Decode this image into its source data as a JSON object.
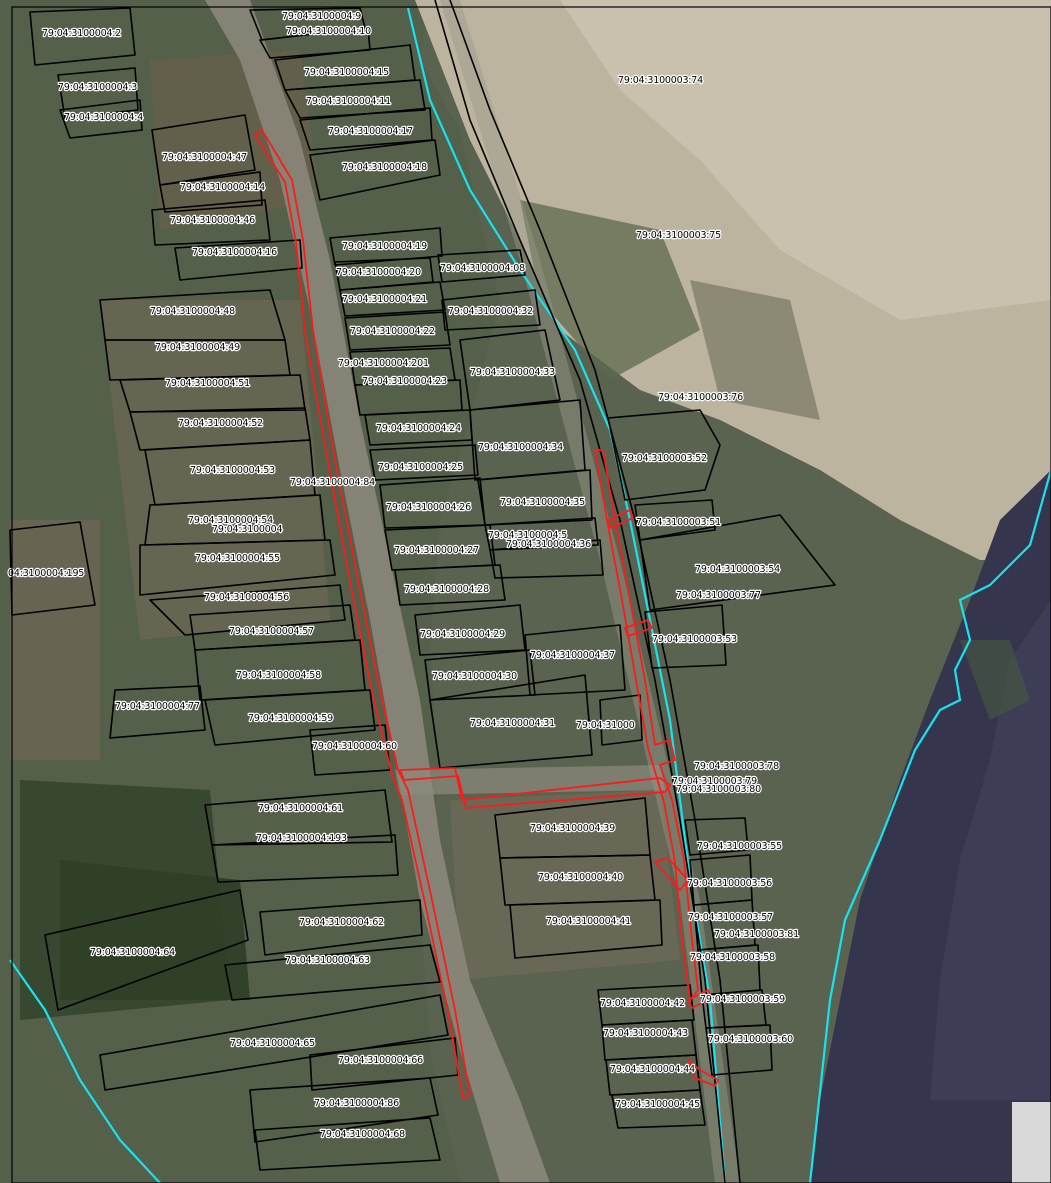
{
  "map": {
    "colors": {
      "boundary": "#000000",
      "corridor": "#ff1a1a",
      "waterline": "#17e3f0",
      "river": "#35354e",
      "floodplain": "#c9c0ad",
      "vegetation": "#3a4a30"
    },
    "parcels": [
      "79:04:3100004:2",
      "79:04:3100004:3",
      "79:04:3100004:4",
      "79:04:3100004:9",
      "79:04:3100004:10",
      "79:04:3100004:15",
      "79:04:3100004:11",
      "79:04:3100004:17",
      "79:04:3100004:18",
      "79:04:3100004:47",
      "79:04:3100004:14",
      "79:04:3100004:46",
      "79:04:3100004:16",
      "79:04:3100004:19",
      "79:04:3100004:20",
      "79:04:3100004:08",
      "79:04:3100004:21",
      "79:04:3100004:48",
      "79:04:3100004:32",
      "79:04:3100004:22",
      "79:04:3100004:49",
      "79:04:3100004:201",
      "79:04:3100004:51",
      "79:04:3100004:23",
      "79:04:3100004:33",
      "79:04:3100004:52",
      "79:04:3100004:24",
      "79:04:3100004:34",
      "79:04:3100004:53",
      "79:04:3100004:25",
      "79:04:3100004:84",
      "79:04:3100004:26",
      "79:04:3100004:35",
      "79:04:3100004:54",
      "79:04:3100004",
      "79:04:3100004:5",
      "79:04:3100004:36",
      "79:04:3100004:27",
      "04:3100004:195",
      "79:04:3100004:55",
      "79:04:3100004:28",
      "79:04:3100004:56",
      "79:04:3100004:57",
      "79:04:3100004:29",
      "79:04:3100004:37",
      "79:04:3100004:58",
      "79:04:3100004:30",
      "79:04:3100004:77",
      "79:04:3100004:59",
      "79:04:3100004:31",
      "79:04:31000",
      "79:04:3100004:60",
      "79:04:3100004:61",
      "79:04:3100004:193",
      "79:04:3100004:39",
      "79:04:3100004:40",
      "79:04:3100004:41",
      "79:04:3100004:62",
      "79:04:3100004:64",
      "79:04:3100004:63",
      "79:04:3100004:65",
      "79:04:3100004:66",
      "79:04:3100004:86",
      "79:04:3100004:68",
      "79:04:3100004:42",
      "79:04:3100004:43",
      "79:04:3100004:44",
      "79:04:3100004:45",
      "79:04:3100003:74",
      "79:04:3100003:75",
      "79:04:3100003:76",
      "79:04:3100003:52",
      "79:04:3100003:51",
      "79:04:3100003:54",
      "79:04:3100003:77",
      "79:04:3100003:53",
      "79:04:3100003:78",
      "79:04:3100003:79",
      "79:04:3100003:80",
      "79:04:3100003:55",
      "79:04:3100003:56",
      "79:04:3100003:57",
      "79:04:3100003:81",
      "79:04:3100003:58",
      "79:04:3100003:59",
      "79:04:3100003:60"
    ]
  }
}
